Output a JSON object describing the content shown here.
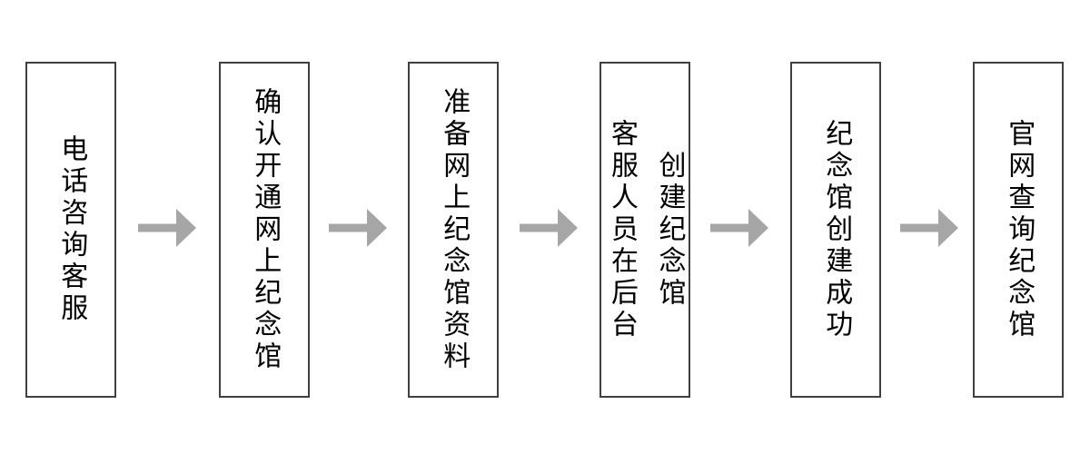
{
  "flowchart": {
    "title": "online-memorial-creation-process",
    "steps": [
      {
        "text": "电话咨询客服"
      },
      {
        "text": "确认开通网上纪念馆"
      },
      {
        "text": "准备网上纪念馆资料"
      },
      {
        "text": "客服人员在后台\n创建纪念馆"
      },
      {
        "text": "纪念馆创建成功"
      },
      {
        "text": "官网查询纪念馆"
      }
    ],
    "connector": "right-arrow",
    "colors": {
      "arrow": "#a6a6a6",
      "box_border": "#404040",
      "box_fill": "#ffffff",
      "text": "#000000",
      "background": "#ffffff"
    }
  }
}
